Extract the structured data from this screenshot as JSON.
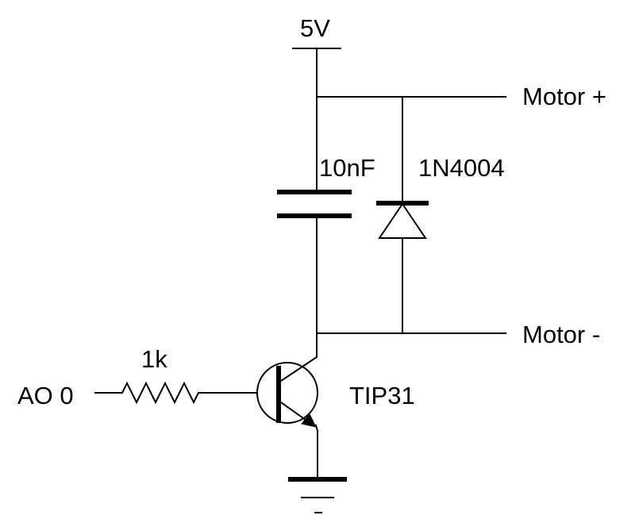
{
  "labels": {
    "supply": "5V",
    "motor_plus": "Motor +",
    "capacitor": "10nF",
    "diode": "1N4004",
    "motor_minus": "Motor -",
    "resistor": "1k",
    "input": "AO 0",
    "transistor": "TIP31"
  }
}
